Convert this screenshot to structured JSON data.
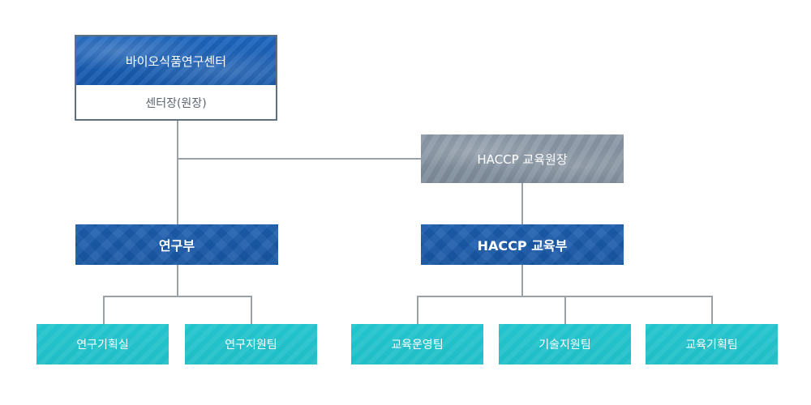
{
  "org_chart": {
    "top": {
      "title": "바이오식품연구센터",
      "subtitle": "센터장(원장)"
    },
    "haccp_head": {
      "title": "HACCP 교육원장"
    },
    "departments": [
      {
        "title": "연구부"
      },
      {
        "title": "HACCP 교육부"
      }
    ],
    "teams": [
      {
        "title": "연구기획실"
      },
      {
        "title": "연구지원팀"
      },
      {
        "title": "교육운영팀"
      },
      {
        "title": "기술지원팀"
      },
      {
        "title": "교육기획팀"
      }
    ]
  },
  "colors": {
    "top_header": "#1a5fb4",
    "top_border": "#5f6f7f",
    "gray_box": "#8695a4",
    "department": "#1b5cad",
    "team": "#21c1ca",
    "connector": "#9aa2a8"
  }
}
